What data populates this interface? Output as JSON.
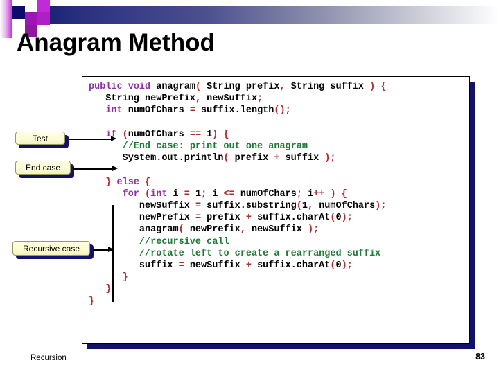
{
  "slide": {
    "title": "Anagram Method",
    "footer_left": "Recursion",
    "page_number": "83"
  },
  "colors": {
    "keyword": "#8e2fa8",
    "punctuation": "#b02b2b",
    "comment": "#1e7a35",
    "code_text": "#000000",
    "shadow_navy": "#13126b",
    "callout_fill": "#ffffe6",
    "header_gradient_start": "#151a6e",
    "header_gradient_end": "#ffffff",
    "deco_magenta": "#c229d8",
    "deco_navy": "#0b0b6b",
    "deco_purple": "#9b16b4"
  },
  "callouts": [
    {
      "id": "test",
      "label": "Test"
    },
    {
      "id": "end-case",
      "label": "End case"
    },
    {
      "id": "recursive-case",
      "label": "Recursive case"
    }
  ],
  "code": {
    "language": "java",
    "lines": [
      "public void anagram( String prefix, String suffix ) {",
      "   String newPrefix, newSuffix;",
      "   int numOfChars = suffix.length();",
      "",
      "   if (numOfChars == 1) {",
      "      //End case: print out one anagram",
      "      System.out.println( prefix + suffix );",
      "",
      "   } else {",
      "      for (int i = 1; i <= numOfChars; i++ ) {",
      "         newSuffix = suffix.substring(1, numOfChars);",
      "         newPrefix = prefix + suffix.charAt(0);",
      "         anagram( newPrefix, newSuffix );",
      "         //recursive call",
      "         //rotate left to create a rearranged suffix",
      "         suffix = newSuffix + suffix.charAt(0);",
      "      }",
      "   }",
      "}"
    ]
  },
  "icons": {
    "arrow_test": "arrow-right-icon",
    "arrow_end_case": "arrow-right-icon",
    "arrow_recursive_case": "arrow-right-icon"
  }
}
